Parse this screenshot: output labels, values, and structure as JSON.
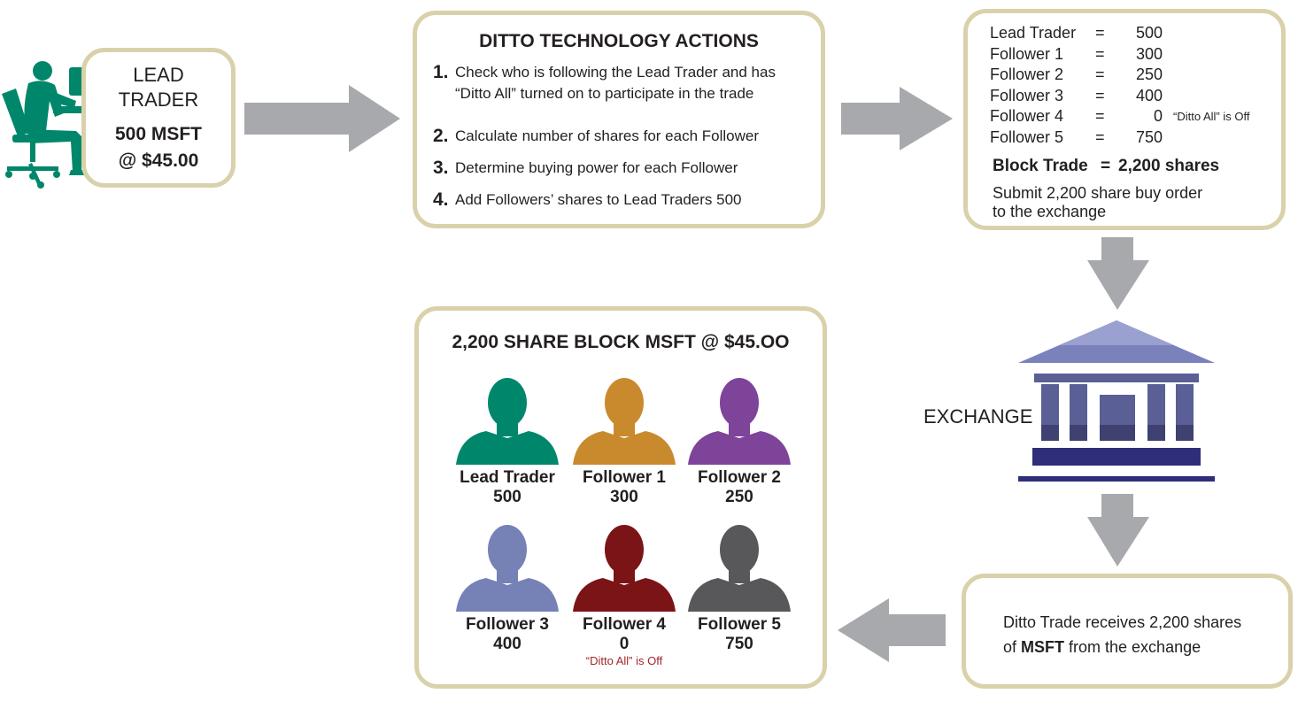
{
  "lead": {
    "line1": "LEAD",
    "line2": "TRADER",
    "amount": "500 MSFT",
    "price": "@ $45.00"
  },
  "actions": {
    "title": "DITTO TECHNOLOGY ACTIONS",
    "items": [
      {
        "num": "1.",
        "lines": [
          "Check who is following the Lead Trader and has",
          "“Ditto All” turned on to participate in the trade"
        ]
      },
      {
        "num": "2.",
        "lines": [
          "Calculate number of shares for each Follower"
        ]
      },
      {
        "num": "3.",
        "lines": [
          "Determine buying power for each Follower"
        ]
      },
      {
        "num": "4.",
        "lines": [
          "Add Followers’ shares to Lead Traders 500"
        ]
      }
    ]
  },
  "allocation": {
    "rows": [
      {
        "name": "Lead Trader",
        "eq": "=",
        "value": "500",
        "note": ""
      },
      {
        "name": "Follower 1",
        "eq": "=",
        "value": "300",
        "note": ""
      },
      {
        "name": "Follower 2",
        "eq": "=",
        "value": "250",
        "note": ""
      },
      {
        "name": "Follower 3",
        "eq": "=",
        "value": "400",
        "note": ""
      },
      {
        "name": "Follower 4",
        "eq": "=",
        "value": "0",
        "note": "“Ditto All” is Off"
      },
      {
        "name": "Follower 5",
        "eq": "=",
        "value": "750",
        "note": ""
      }
    ],
    "block_label": "Block Trade",
    "block_eq": "=",
    "block_value": "2,200 shares",
    "submit_line1": "Submit 2,200 share buy order",
    "submit_line2": "to the exchange"
  },
  "exchange": {
    "label": "EXCHANGE"
  },
  "receipt": {
    "pre": "Ditto Trade receives 2,200 shares",
    "of": "of ",
    "ticker": "MSFT",
    "post": " from the exchange"
  },
  "block": {
    "title": "2,200 SHARE BLOCK MSFT @ $45.OO",
    "people": [
      {
        "name": "Lead Trader",
        "shares": "500",
        "note": "",
        "color": "#00876b"
      },
      {
        "name": "Follower 1",
        "shares": "300",
        "note": "",
        "color": "#c98a2e"
      },
      {
        "name": "Follower 2",
        "shares": "250",
        "note": "",
        "color": "#7e449a"
      },
      {
        "name": "Follower 3",
        "shares": "400",
        "note": "",
        "color": "#7682b6"
      },
      {
        "name": "Follower 4",
        "shares": "0",
        "note": "“Ditto All” is Off",
        "color": "#7b1417"
      },
      {
        "name": "Follower 5",
        "shares": "750",
        "note": "",
        "color": "#58585a"
      }
    ]
  },
  "colors": {
    "border": "#d9d1aa",
    "arrow": "#a7a9ac",
    "lead_figure": "#00876b",
    "exchange": "#5a5f96",
    "note_red": "#a1262b"
  }
}
